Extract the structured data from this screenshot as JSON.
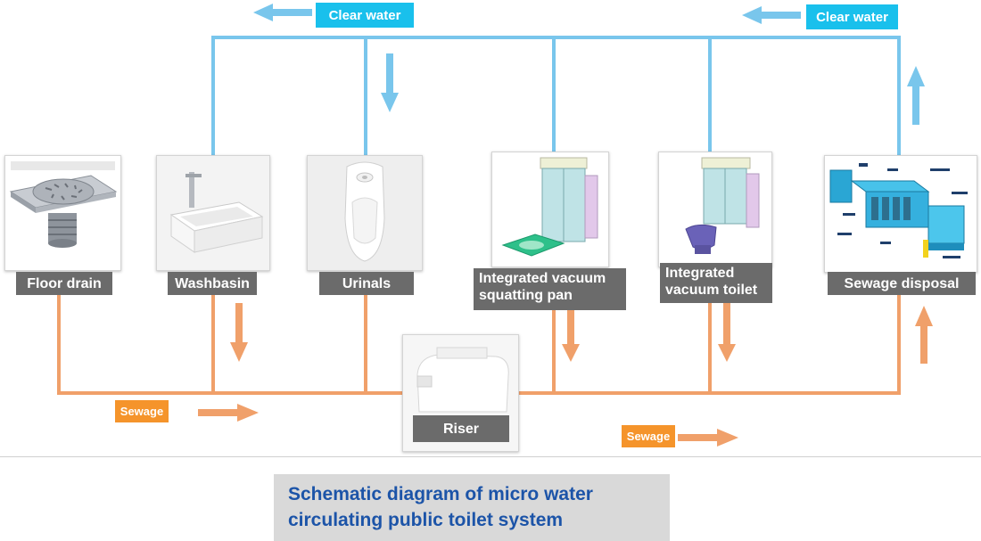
{
  "clear_water_labels": [
    "Clear water",
    "Clear water"
  ],
  "sewage_labels": [
    "Sewage",
    "Sewage"
  ],
  "fixtures": [
    {
      "label": "Floor drain",
      "icon": "floor-drain-image"
    },
    {
      "label": "Washbasin",
      "icon": "washbasin-image"
    },
    {
      "label": "Urinals",
      "icon": "urinal-image"
    },
    {
      "label": "Integrated vacuum squatting pan",
      "icon": "squatting-pan-image"
    },
    {
      "label": "Integrated vacuum toilet",
      "icon": "vacuum-toilet-image"
    },
    {
      "label": "Sewage disposal",
      "icon": "sewage-disposal-unit-image"
    }
  ],
  "riser": {
    "label": "Riser",
    "icon": "riser-image"
  },
  "caption": "Schematic diagram of micro water circulating public toilet system",
  "colors": {
    "clear_water": "#79c6ec",
    "sewage": "#f0a06a",
    "tag_blue": "#19c0ec",
    "tag_orange": "#f5942b",
    "label_gray": "#6b6b6b",
    "caption_text": "#1c54a8"
  }
}
